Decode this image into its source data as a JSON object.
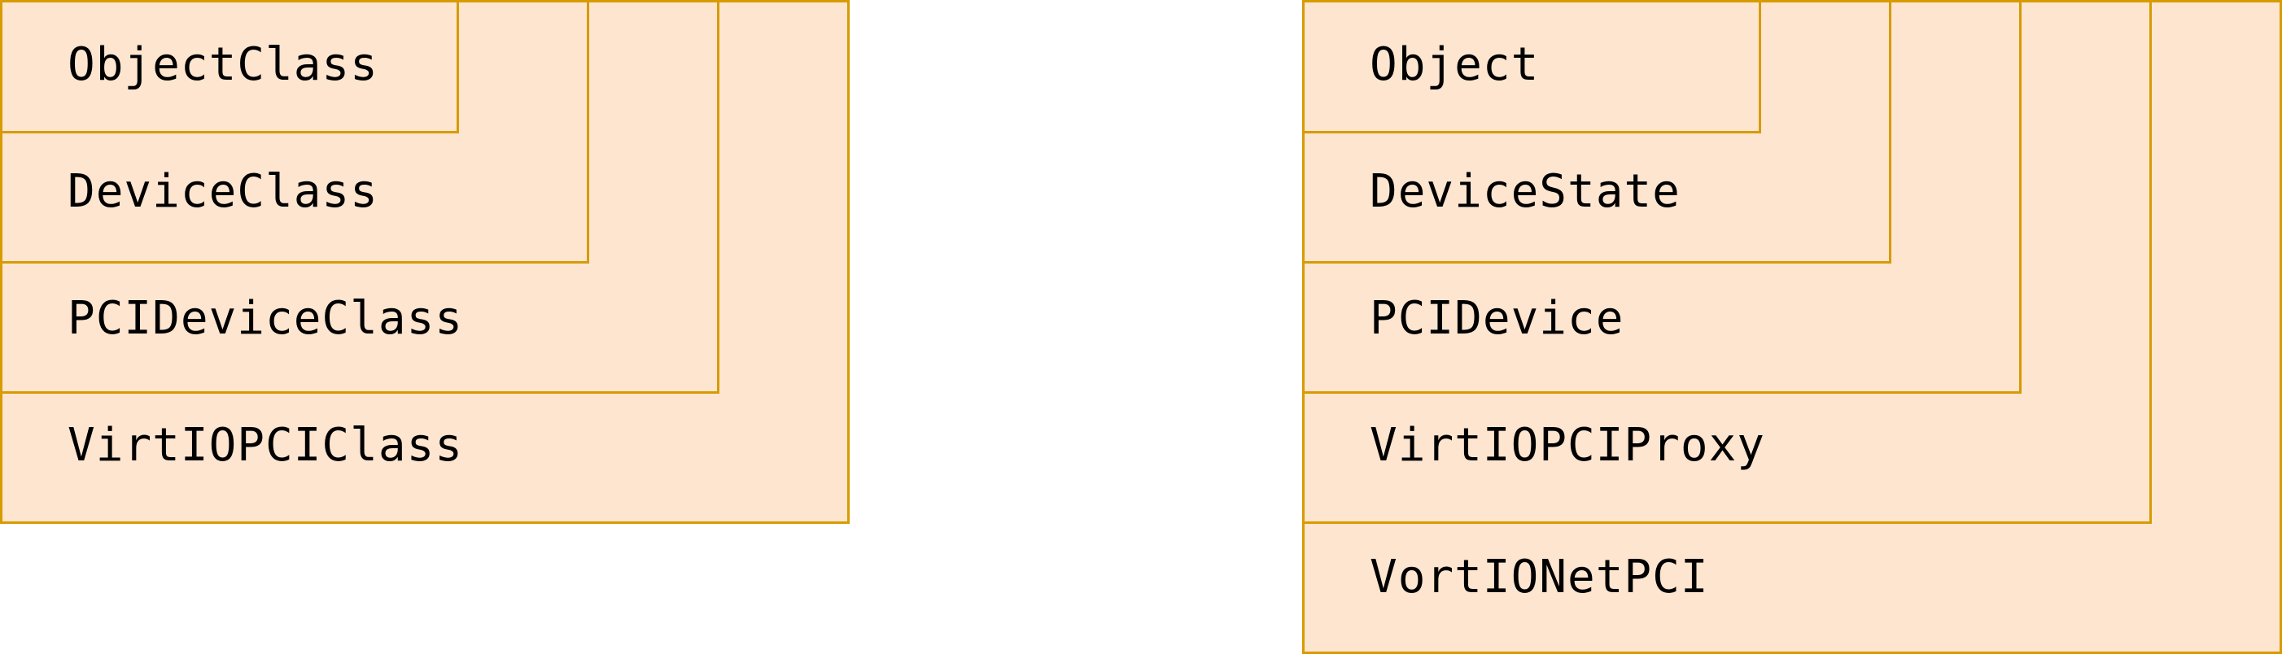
{
  "colors": {
    "fill": "#fde5cf",
    "stroke": "#d79b00",
    "text": "#000000"
  },
  "left_stack": {
    "labels": [
      "ObjectClass",
      "DeviceClass",
      "PCIDeviceClass",
      "VirtIOPCIClass"
    ]
  },
  "right_stack": {
    "labels": [
      "Object",
      "DeviceState",
      "PCIDevice",
      "VirtIOPCIProxy",
      "VortIONetPCI"
    ]
  }
}
